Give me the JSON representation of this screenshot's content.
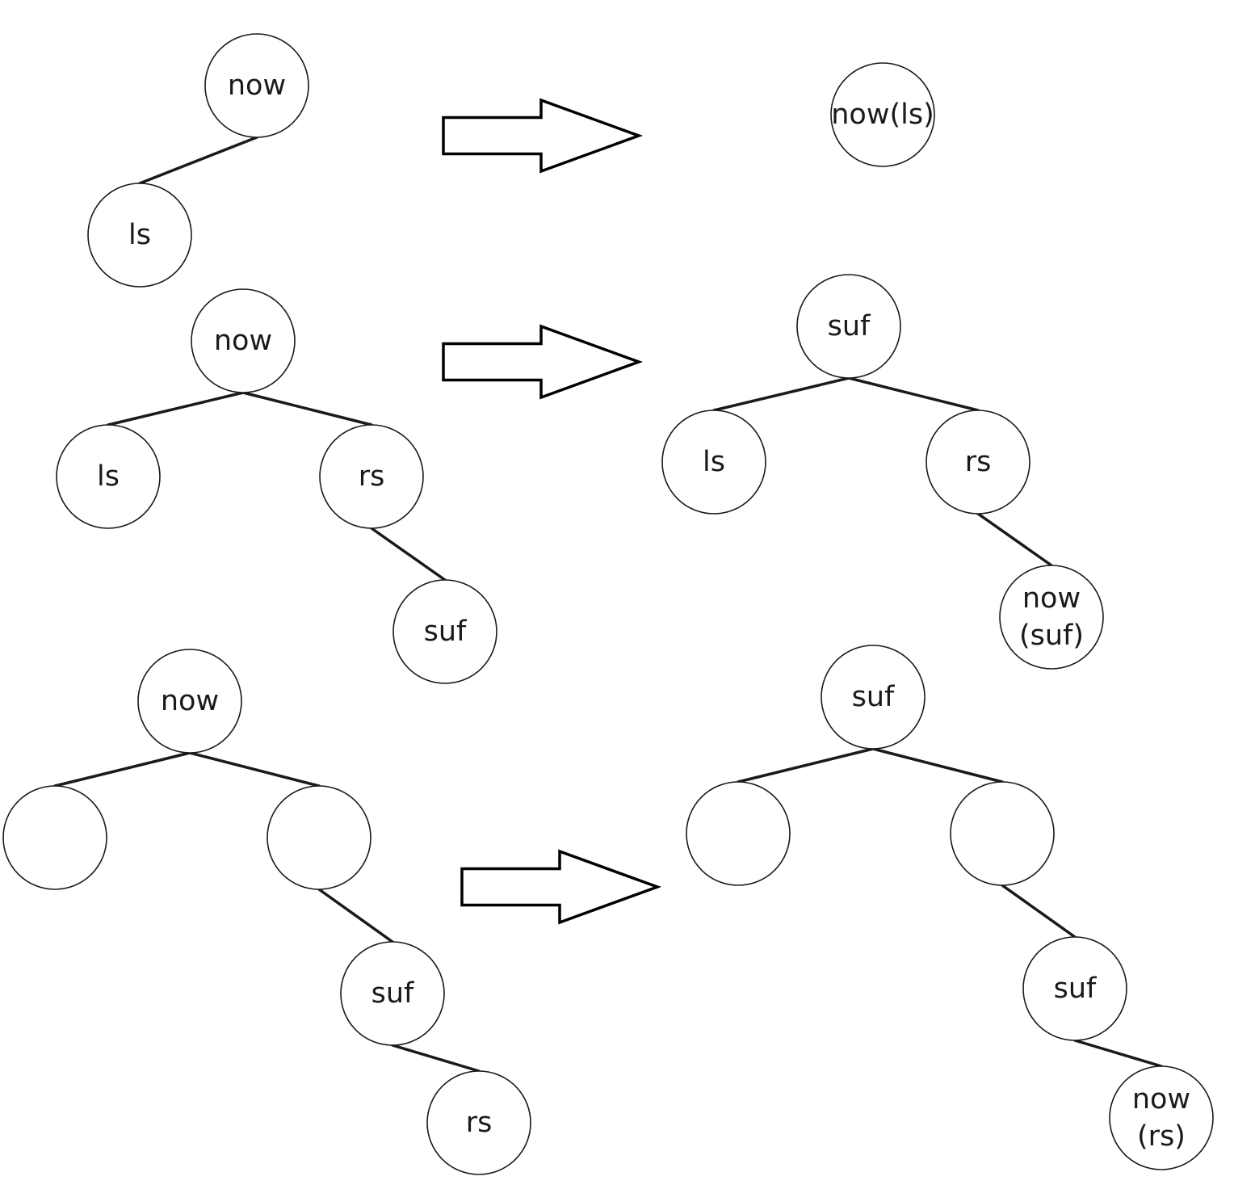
{
  "diagram": {
    "nodes": [
      {
        "id": "a-now",
        "lines": [
          "now"
        ]
      },
      {
        "id": "a-ls",
        "lines": [
          "ls"
        ]
      },
      {
        "id": "b-now",
        "lines": [
          "now(ls)"
        ]
      },
      {
        "id": "c-now",
        "lines": [
          "now"
        ]
      },
      {
        "id": "c-ls",
        "lines": [
          "ls"
        ]
      },
      {
        "id": "c-rs",
        "lines": [
          "rs"
        ]
      },
      {
        "id": "c-suf",
        "lines": [
          "suf"
        ]
      },
      {
        "id": "d-suf",
        "lines": [
          "suf"
        ]
      },
      {
        "id": "d-ls",
        "lines": [
          "ls"
        ]
      },
      {
        "id": "d-rs",
        "lines": [
          "rs"
        ]
      },
      {
        "id": "d-now",
        "lines": [
          "now",
          "(suf)"
        ]
      },
      {
        "id": "e-now",
        "lines": [
          "now"
        ]
      },
      {
        "id": "e-left",
        "lines": []
      },
      {
        "id": "e-right",
        "lines": []
      },
      {
        "id": "e-suf",
        "lines": [
          "suf"
        ]
      },
      {
        "id": "e-rs",
        "lines": [
          "rs"
        ]
      },
      {
        "id": "f-suf",
        "lines": [
          "suf"
        ]
      },
      {
        "id": "f-left",
        "lines": []
      },
      {
        "id": "f-right",
        "lines": []
      },
      {
        "id": "f-suf2",
        "lines": [
          "suf"
        ]
      },
      {
        "id": "f-now",
        "lines": [
          "now",
          "(rs)"
        ]
      }
    ],
    "edges": [
      [
        "a-now",
        "a-ls"
      ],
      [
        "c-now",
        "c-ls"
      ],
      [
        "c-now",
        "c-rs"
      ],
      [
        "c-rs",
        "c-suf"
      ],
      [
        "d-suf",
        "d-ls"
      ],
      [
        "d-suf",
        "d-rs"
      ],
      [
        "d-rs",
        "d-now"
      ],
      [
        "e-now",
        "e-left"
      ],
      [
        "e-now",
        "e-right"
      ],
      [
        "e-right",
        "e-suf"
      ],
      [
        "e-suf",
        "e-rs"
      ],
      [
        "f-suf",
        "f-left"
      ],
      [
        "f-suf",
        "f-right"
      ],
      [
        "f-right",
        "f-suf2"
      ],
      [
        "f-suf2",
        "f-now"
      ]
    ],
    "arrows": [
      {
        "id": "arrow-1"
      },
      {
        "id": "arrow-2"
      },
      {
        "id": "arrow-3"
      }
    ]
  }
}
